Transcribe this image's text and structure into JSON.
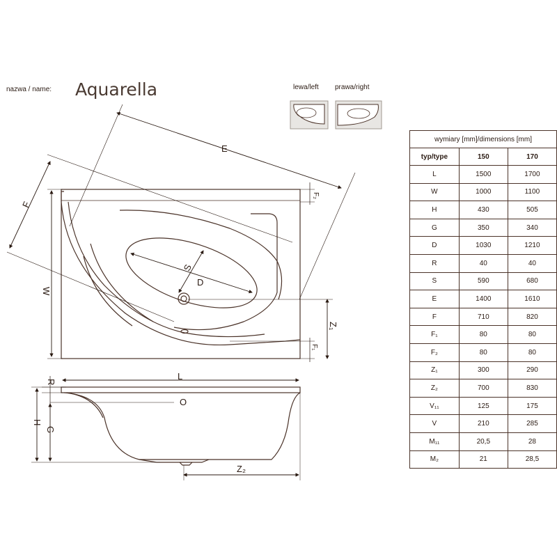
{
  "header": {
    "name_label": "nazwa / name:",
    "name": "Aquarella",
    "left_label": "lewa/left",
    "right_label": "prawa/right"
  },
  "drawing": {
    "labels": {
      "E": "E",
      "F": "F",
      "W": "W",
      "S": "S",
      "D": "D",
      "F2": "F₂",
      "F1": "F₁",
      "Z1": "Z₁",
      "Z2": "Z₂",
      "R": "R",
      "L": "L",
      "O": "O",
      "H": "H",
      "G": "G"
    },
    "colors": {
      "line": "#4a3228",
      "dim": "#2a1a12",
      "panel": "#e8e6e3"
    }
  },
  "table": {
    "title": "wymiary [mm]/dimensions [mm]",
    "headers": [
      "typ/type",
      "150",
      "170"
    ],
    "rows": [
      [
        "L",
        "1500",
        "1700"
      ],
      [
        "W",
        "1000",
        "1100"
      ],
      [
        "H",
        "430",
        "505"
      ],
      [
        "G",
        "350",
        "340"
      ],
      [
        "D",
        "1030",
        "1210"
      ],
      [
        "R",
        "40",
        "40"
      ],
      [
        "S",
        "590",
        "680"
      ],
      [
        "E",
        "1400",
        "1610"
      ],
      [
        "F",
        "710",
        "820"
      ],
      [
        "F₁",
        "80",
        "80"
      ],
      [
        "F₂",
        "80",
        "80"
      ],
      [
        "Z₁",
        "300",
        "290"
      ],
      [
        "Z₂",
        "700",
        "830"
      ],
      [
        "V₁₁",
        "125",
        "175"
      ],
      [
        "V",
        "210",
        "285"
      ],
      [
        "M₁₁",
        "20,5",
        "28"
      ],
      [
        "M₂",
        "21",
        "28,5"
      ]
    ]
  }
}
